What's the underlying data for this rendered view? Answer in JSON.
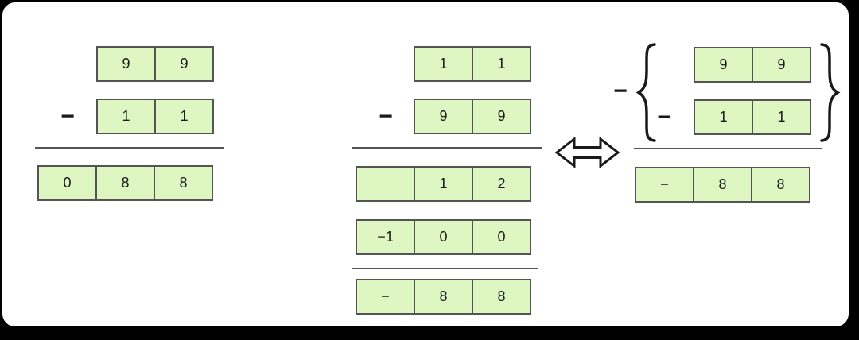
{
  "colors": {
    "frame_background": "#000000",
    "canvas_background": "#ffffff",
    "cell_fill": "#ddf6c2",
    "cell_border": "#545454",
    "text": "#1a1a1a",
    "rule": "#545454"
  },
  "left_column": {
    "minuend": [
      "9",
      "9"
    ],
    "operator": "−",
    "subtrahend": [
      "1",
      "1"
    ],
    "result": [
      "0",
      "8",
      "8"
    ]
  },
  "middle_column": {
    "minuend": [
      "1",
      "1"
    ],
    "operator": "−",
    "subtrahend": [
      "9",
      "9"
    ],
    "partial_difference": [
      "",
      "1",
      "2"
    ],
    "borrow_row": [
      "−1",
      "0",
      "0"
    ],
    "result": [
      "−",
      "8",
      "8"
    ]
  },
  "right_column": {
    "outer_operator": "−",
    "minuend": [
      "9",
      "9"
    ],
    "inner_operator": "−",
    "subtrahend": [
      "1",
      "1"
    ],
    "result": [
      "−",
      "8",
      "8"
    ]
  },
  "icons": {
    "equivalence_arrow": "double-headed-horizontal-arrow",
    "left_brace": "{",
    "right_brace": "}"
  }
}
